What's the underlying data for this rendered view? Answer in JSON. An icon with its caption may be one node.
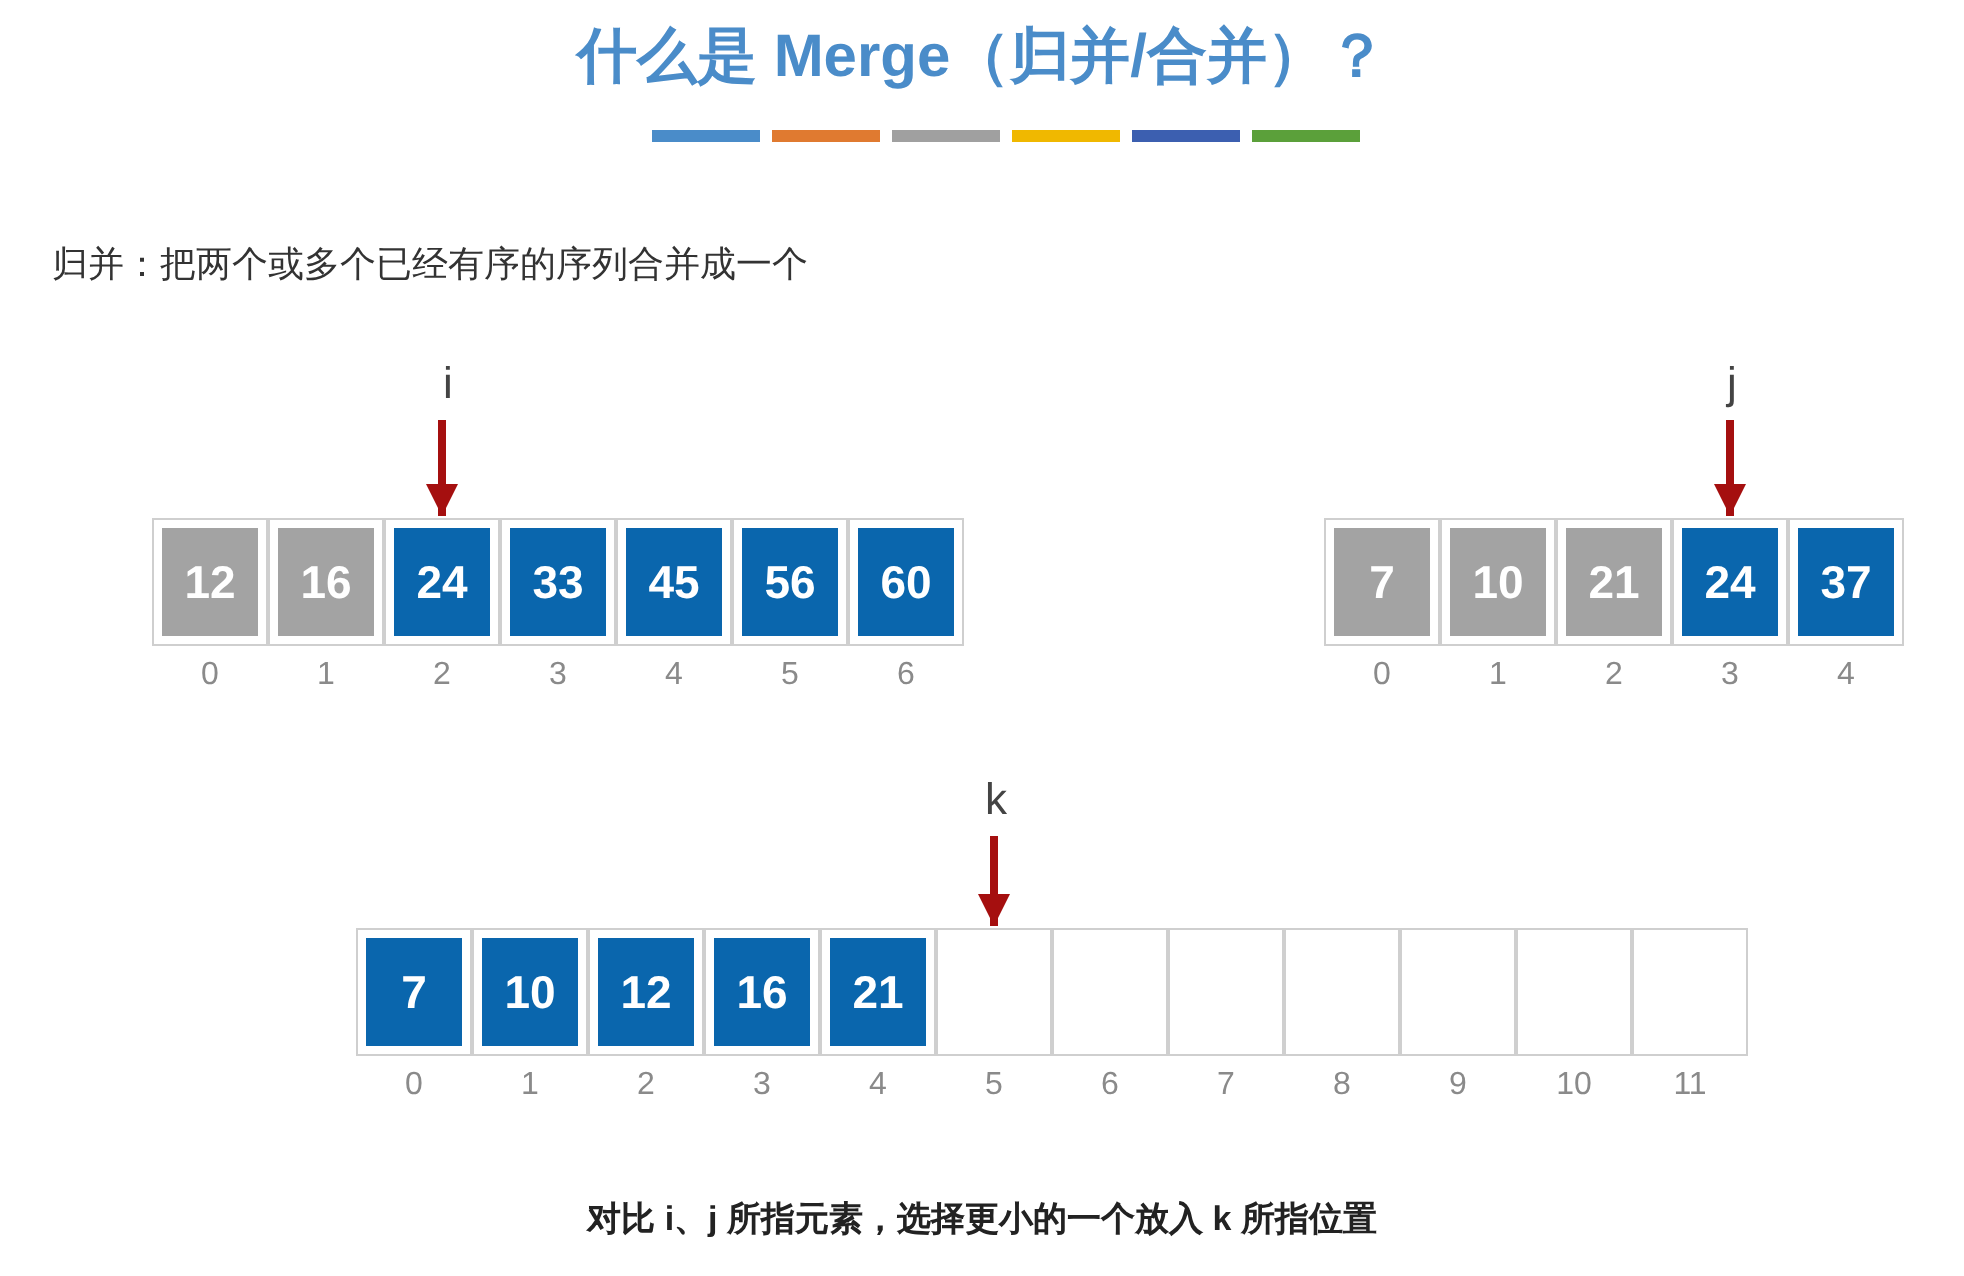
{
  "diagram": {
    "title": "什么是 Merge（归并/合并）？",
    "caption": "对比 i、j 所指元素，选择更小的一个放入 k 所指位置",
    "labels": [
      "归并：把两个或多个已经有序的序列合并成一个"
    ],
    "nodes": [
      {
        "text": [
          "i"
        ]
      },
      {
        "text": [
          "j"
        ]
      },
      {
        "text": [
          "12"
        ],
        "beside": [
          "0"
        ]
      },
      {
        "text": [
          "16"
        ],
        "beside": [
          "1"
        ]
      },
      {
        "text": [
          "24"
        ],
        "beside": [
          "2"
        ]
      },
      {
        "text": [
          "33"
        ],
        "beside": [
          "3"
        ]
      },
      {
        "text": [
          "45"
        ],
        "beside": [
          "4"
        ]
      },
      {
        "text": [
          "56"
        ],
        "beside": [
          "5"
        ]
      },
      {
        "text": [
          "60"
        ],
        "beside": [
          "6"
        ]
      },
      {
        "text": [
          "7"
        ],
        "beside": [
          "0"
        ]
      },
      {
        "text": [
          "10"
        ],
        "beside": [
          "1"
        ]
      },
      {
        "text": [
          "21"
        ],
        "beside": [
          "2"
        ]
      },
      {
        "text": [
          "24"
        ],
        "beside": [
          "3"
        ]
      },
      {
        "text": [
          "37"
        ],
        "beside": [
          "4"
        ]
      },
      {
        "text": [
          "k"
        ]
      },
      {
        "text": [
          "7"
        ],
        "beside": [
          "0"
        ]
      },
      {
        "text": [
          "10"
        ],
        "beside": [
          "1"
        ]
      },
      {
        "text": [
          "12"
        ],
        "beside": [
          "2"
        ]
      },
      {
        "text": [
          "16"
        ],
        "beside": [
          "3"
        ]
      },
      {
        "text": [
          "21"
        ],
        "beside": [
          "4"
        ]
      },
      {
        "text": [],
        "shape": "box",
        "beside": [
          "5"
        ]
      },
      {
        "text": [],
        "shape": "box",
        "beside": [
          "6"
        ]
      },
      {
        "text": [],
        "shape": "box",
        "beside": [
          "7"
        ]
      },
      {
        "text": [],
        "shape": "box",
        "beside": [
          "8"
        ]
      },
      {
        "text": [],
        "shape": "box",
        "beside": [
          "9"
        ]
      },
      {
        "text": [],
        "shape": "box",
        "beside": [
          "10"
        ]
      },
      {
        "text": [],
        "shape": "box",
        "beside": [
          "11"
        ]
      }
    ],
    "edges": [
      {
        "from": 0,
        "to": 4,
        "arrow": "to"
      },
      {
        "from": 1,
        "to": 12,
        "arrow": "to"
      },
      {
        "from": 14,
        "to": 20,
        "arrow": "to"
      }
    ]
  }
}
